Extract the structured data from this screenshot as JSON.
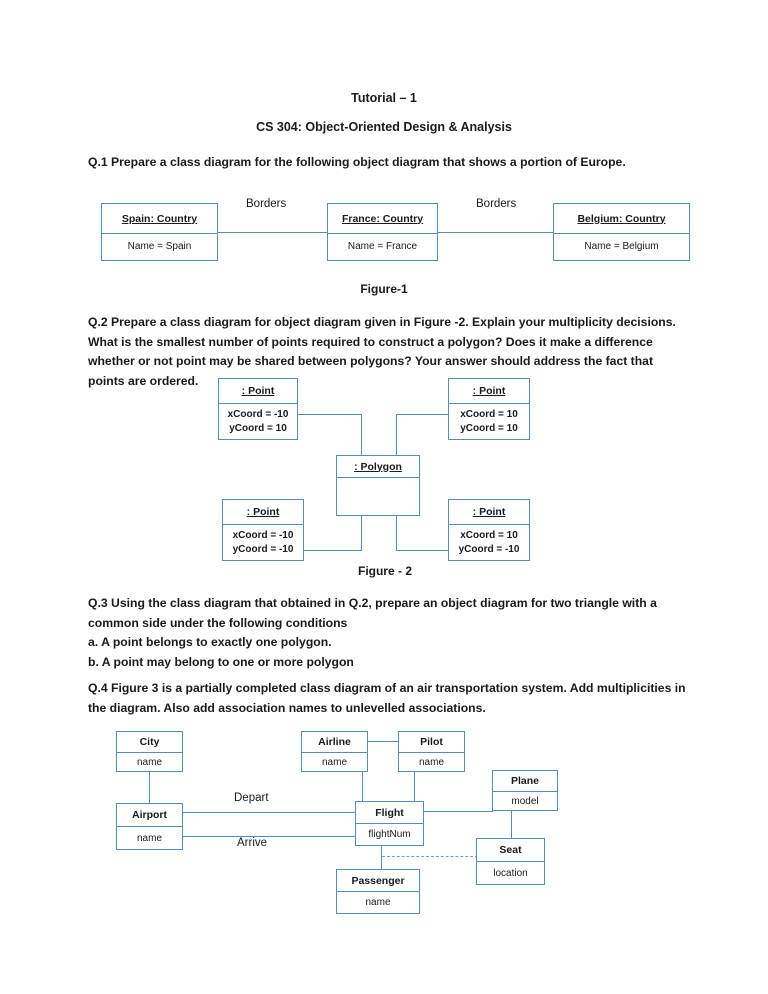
{
  "document": {
    "title": "Tutorial – 1",
    "course": "CS  304: Object-Oriented Design & Analysis"
  },
  "questions": {
    "q1": "Q.1 Prepare a class diagram for the following object diagram that shows a portion of Europe.",
    "q2": "Q.2 Prepare a class diagram for object diagram given in Figure -2. Explain your multiplicity decisions. What is the smallest number of points required to construct a polygon? Does it make a difference whether or not point may be shared between polygons? Your answer should address the fact that points are ordered.",
    "q3": "Q.3 Using the class diagram that obtained in Q.2, prepare an object diagram for two triangle with a common side under the following conditions\na. A point belongs to exactly one polygon.\nb. A point may belong to one or more polygon",
    "q4": "Q.4 Figure 3 is a partially completed class diagram of an air transportation system. Add multiplicities in the diagram. Also add association names to unlevelled associations."
  },
  "figure1": {
    "caption": "Figure-1",
    "objects": [
      {
        "header": "Spain: Country",
        "attribute": "Name = Spain"
      },
      {
        "header": "France: Country",
        "attribute": "Name = France"
      },
      {
        "header": "Belgium: Country",
        "attribute": "Name = Belgium"
      }
    ],
    "associations": [
      {
        "label": "Borders"
      },
      {
        "label": "Borders"
      }
    ]
  },
  "figure2": {
    "caption": "Figure - 2",
    "points": [
      {
        "header": ": Point",
        "xcoord": "xCoord = -10",
        "ycoord": "yCoord = 10"
      },
      {
        "header": ": Point",
        "xcoord": "xCoord = 10",
        "ycoord": "yCoord = 10"
      },
      {
        "header": ": Point",
        "xcoord": "xCoord = -10",
        "ycoord": "yCoord = -10"
      },
      {
        "header": ": Point",
        "xcoord": "xCoord = 10",
        "ycoord": "yCoord = -10"
      }
    ],
    "polygon": {
      "header": ": Polygon",
      "attribute": ""
    }
  },
  "figure3": {
    "classes": [
      {
        "name": "City",
        "attribute": "name"
      },
      {
        "name": "Airport",
        "attribute": "name"
      },
      {
        "name": "Airline",
        "attribute": "name"
      },
      {
        "name": "Pilot",
        "attribute": "name"
      },
      {
        "name": "Plane",
        "attribute": "model"
      },
      {
        "name": "Flight",
        "attribute": "flightNum"
      },
      {
        "name": "Seat",
        "attribute": "location"
      },
      {
        "name": "Passenger",
        "attribute": "name"
      }
    ],
    "associations": [
      {
        "label": "Depart"
      },
      {
        "label": "Arrive"
      }
    ]
  },
  "colors": {
    "border": "#5b8cb8",
    "text": "#1a1a1a",
    "background": "#ffffff"
  }
}
